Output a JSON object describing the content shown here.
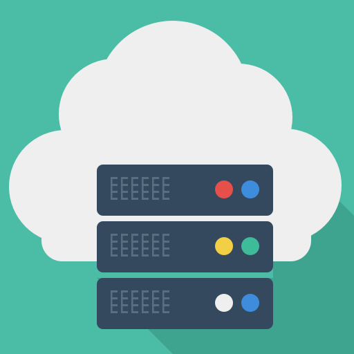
{
  "icon": {
    "name": "cloud-server-icon",
    "colors": {
      "background": "#4BBDA6",
      "long_shadow": "#3FA48F",
      "cloud": "#EFEFEF",
      "server_body": "#35495E",
      "server_vents": "#5A6E82",
      "led_red": "#E5504B",
      "led_blue": "#3E8DDC",
      "led_yellow": "#F3CF45",
      "led_green": "#3EBB98",
      "led_white": "#EFEFEF"
    },
    "server_units": [
      {
        "name": "server-unit-top",
        "leds": [
          "led_red",
          "led_blue"
        ]
      },
      {
        "name": "server-unit-middle",
        "leds": [
          "led_yellow",
          "led_green"
        ]
      },
      {
        "name": "server-unit-bottom",
        "leds": [
          "led_white",
          "led_blue"
        ]
      }
    ]
  }
}
